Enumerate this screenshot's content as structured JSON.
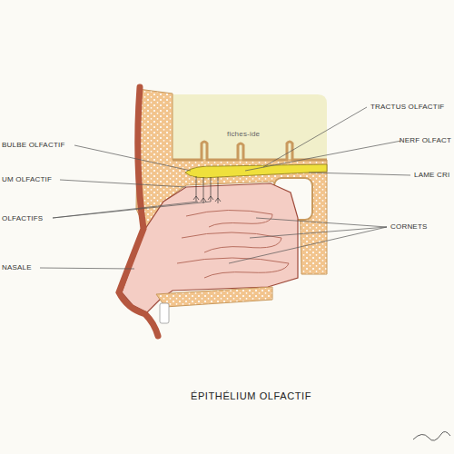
{
  "diagram": {
    "caption": "ÉPITHÉLIUM OLFACTIF",
    "labels": [
      "fiches-ide",
      "TRACTUS OLFACTIF",
      "NERF OLFACT",
      "LAME CRI",
      "CORNETS",
      "BULBE OLFACTIF",
      "UM OLFACTIF",
      "OLFACTIFS",
      "NASALE"
    ]
  }
}
